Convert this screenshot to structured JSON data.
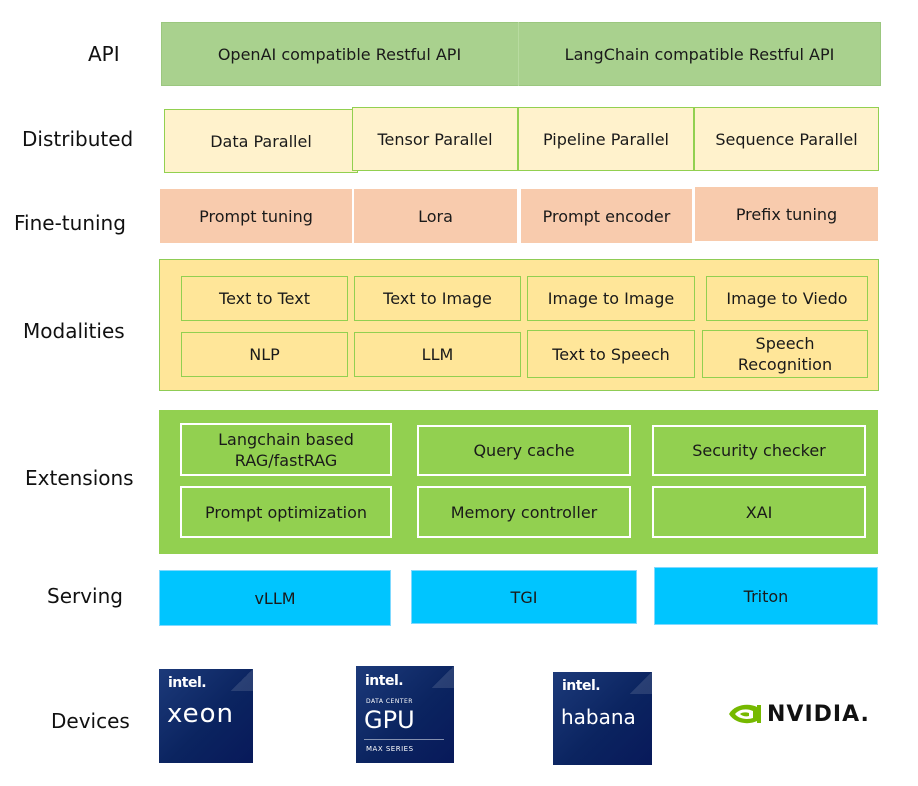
{
  "rows": {
    "api": {
      "label": "API",
      "items": [
        "OpenAI compatible Restful API",
        "LangChain compatible Restful API"
      ]
    },
    "distributed": {
      "label": "Distributed",
      "items": [
        "Data Parallel",
        "Tensor Parallel",
        "Pipeline Parallel",
        "Sequence Parallel"
      ]
    },
    "finetuning": {
      "label": "Fine-tuning",
      "items": [
        "Prompt tuning",
        "Lora",
        "Prompt encoder",
        "Prefix tuning"
      ]
    },
    "modalities": {
      "label": "Modalities",
      "items": [
        "Text to Text",
        "Text to Image",
        "Image to Image",
        "Image to Viedo",
        "NLP",
        "LLM",
        "Text to Speech",
        "Speech Recognition"
      ]
    },
    "extensions": {
      "label": "Extensions",
      "items": [
        "Langchain based RAG/fastRAG",
        "Query cache",
        "Security checker",
        "Prompt optimization",
        "Memory controller",
        "XAI"
      ]
    },
    "serving": {
      "label": "Serving",
      "items": [
        "vLLM",
        "TGI",
        "Triton"
      ]
    },
    "devices": {
      "label": "Devices",
      "logos": {
        "xeon": {
          "brand": "intel.",
          "product": "xeon"
        },
        "gpu": {
          "brand": "intel.",
          "subtitle": "DATA CENTER",
          "product": "GPU",
          "series": "MAX SERIES"
        },
        "habana": {
          "brand": "intel.",
          "product": "habana"
        },
        "nvidia": {
          "product": "NVIDIA."
        }
      }
    }
  },
  "colors": {
    "api": "#a9d18e",
    "distributed": "#fff2cc",
    "finetuning": "#f8cbad",
    "modalities": "#ffe699",
    "extensions": "#92d050",
    "serving": "#00c5ff",
    "intel_chip": "#0b2460",
    "nvidia_green": "#76b900"
  }
}
